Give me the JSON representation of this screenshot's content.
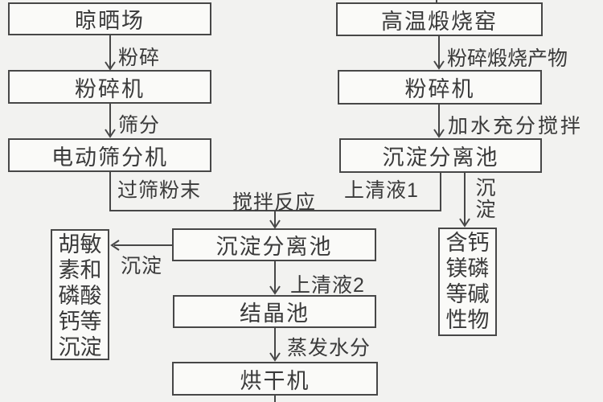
{
  "diagram": {
    "type": "flowchart",
    "colors": {
      "background": "#f2f2f0",
      "box_fill": "#fafaf8",
      "line": "#474747",
      "text": "#3a3a3a"
    },
    "nodes": {
      "drying_yard": "晾晒场",
      "crusher_left": "粉碎机",
      "electric_sieving_machine": "电动筛分机",
      "calcination_kiln": "高温煅烧窑",
      "crusher_right": "粉碎机",
      "settling_pool_right": "沉淀分离池",
      "settling_pool_middle": "沉淀分离池",
      "crystallization_pool": "结晶池",
      "dryer": "烘干机",
      "humin_precipitate": "胡敏素和磷酸钙等沉淀",
      "alkaline_matter": "含钙镁磷等碱性物"
    },
    "edge_labels": {
      "crush": "粉碎",
      "sieving": "筛分",
      "sieved_powder": "过筛粉末",
      "crushed_calcined_product": "粉碎煅烧产物",
      "add_water_stir": "加水充分搅拌",
      "supernatant_1": "上清液1",
      "precipitate_right": "沉淀",
      "stirring_reaction": "搅拌反应",
      "precipitate_left": "沉淀",
      "supernatant_2": "上清液2",
      "evaporate_water": "蒸发水分"
    }
  }
}
